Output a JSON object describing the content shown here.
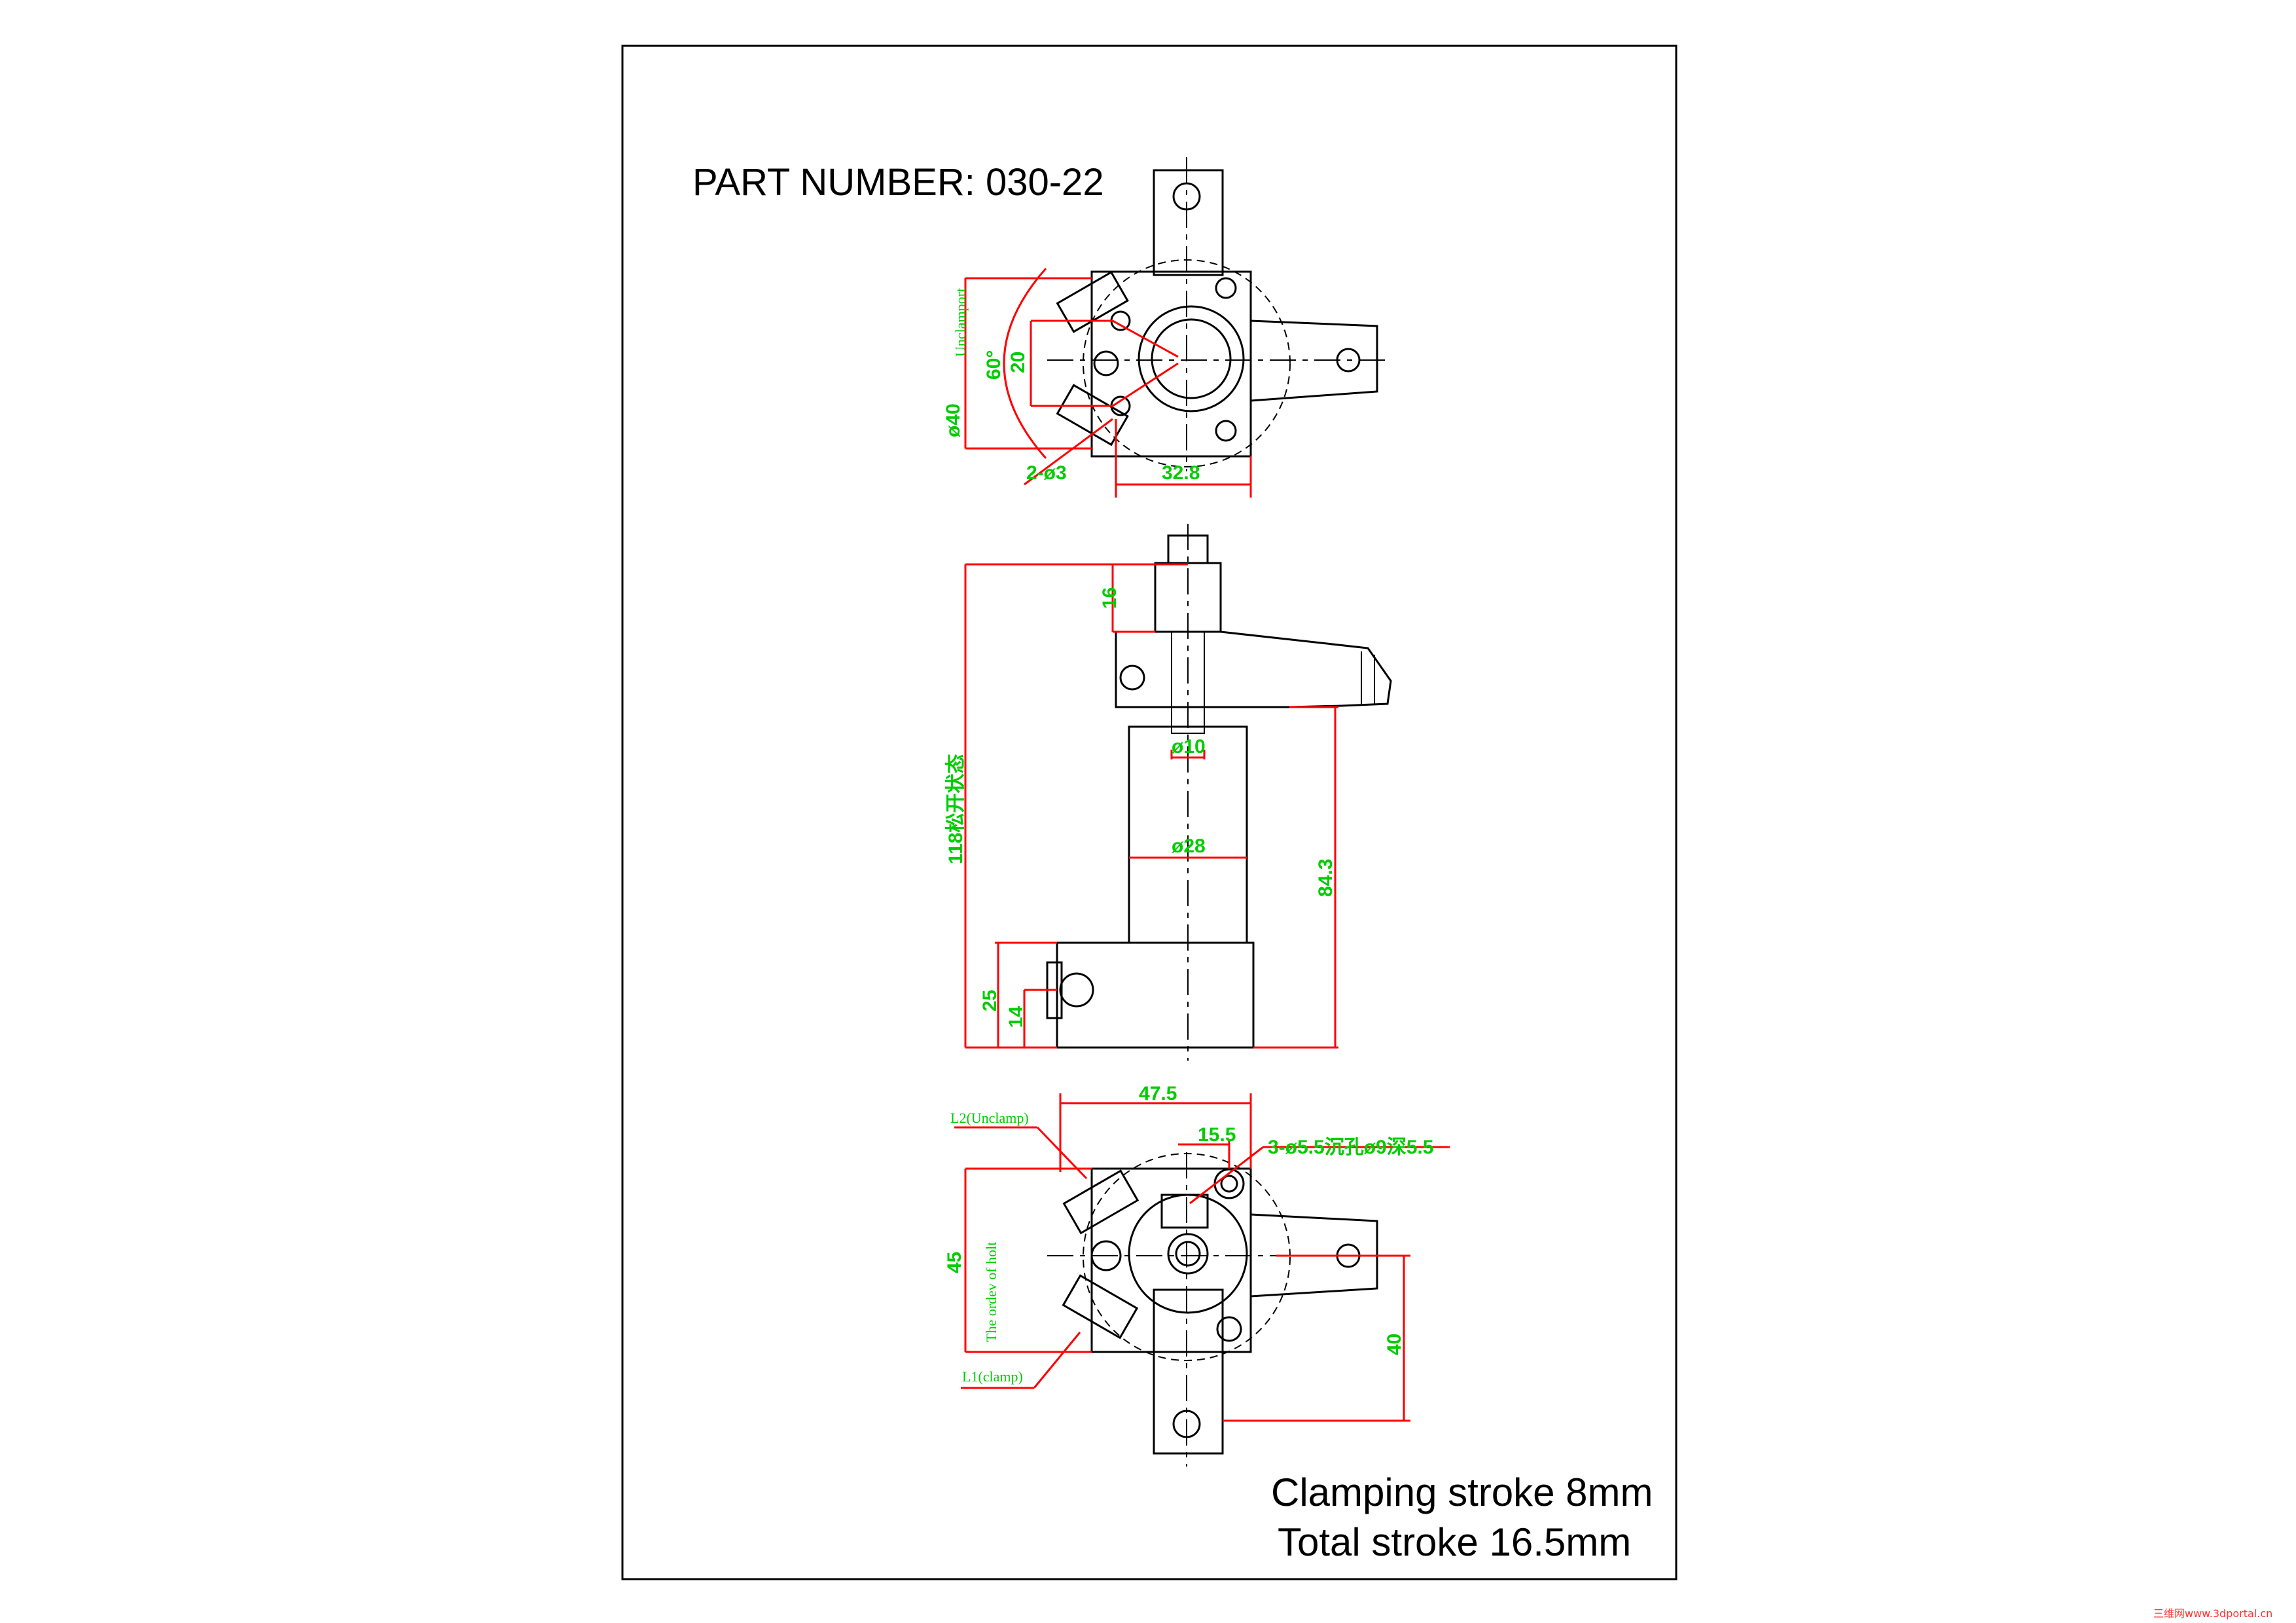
{
  "title": "PART NUMBER: 030-22",
  "top_view": {
    "angle": "60°",
    "pitch": "20",
    "port_label": "Unclamport",
    "diameter": "ø40",
    "holes": "2-ø3",
    "offset": "32.8"
  },
  "front_view": {
    "nut_height": "16",
    "rod_dia": "ø10",
    "body_dia": "ø28",
    "total_height": "118松开状态",
    "arm_height": "84.3",
    "base_height": "25",
    "port_height": "14"
  },
  "bottom_view": {
    "width": "47.5",
    "hole_offset": "15.5",
    "mount_holes": "3-ø5.5沉孔ø9深5.5",
    "port_l2": "L2(Unclamp)",
    "depth": "45",
    "order_label": "The ordev of holt",
    "port_l1": "L1(clamp)",
    "arm_offset": "40"
  },
  "notes": {
    "clamping_stroke": "Clamping  stroke  8mm",
    "total_stroke": "Total  stroke  16.5mm"
  },
  "watermark": "三维网www.3dportal.cn",
  "colors": {
    "outline": "#000000",
    "dimension_line": "#ff0000",
    "dimension_text": "#00cc00"
  }
}
